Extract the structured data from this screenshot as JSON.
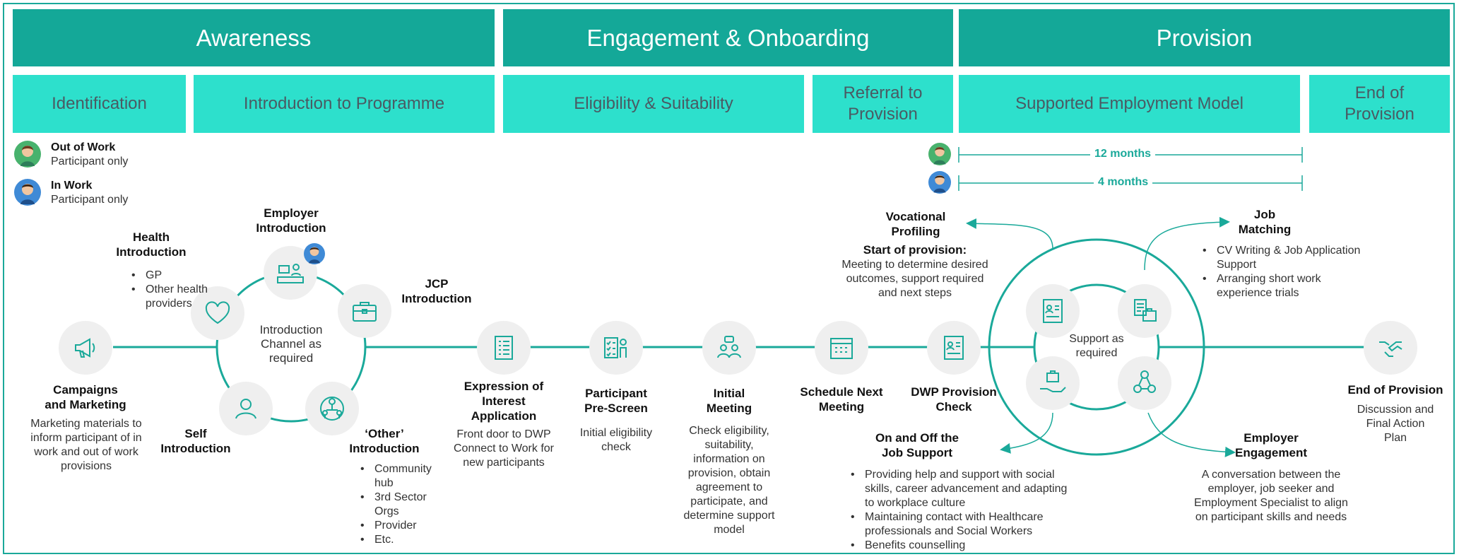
{
  "phases": [
    "Awareness",
    "Engagement & Onboarding",
    "Provision"
  ],
  "stages": [
    "Identification",
    "Introduction to Programme",
    "Eligibility & Suitability",
    "Referral to Provision",
    "Supported Employment Model",
    "End of Provision"
  ],
  "legend": {
    "out_of_work": {
      "title": "Out of Work",
      "sub": "Participant only"
    },
    "in_work": {
      "title": "In Work",
      "sub": "Participant only"
    }
  },
  "durations": {
    "out_of_work": "12 months",
    "in_work": "4 months"
  },
  "campaigns": {
    "title": "Campaigns and Marketing",
    "desc": "Marketing materials to inform participant of in work and out of work provisions"
  },
  "intro_center": "Introduction Channel as required",
  "health": {
    "title": "Health Introduction",
    "items": [
      "GP",
      "Other health providers"
    ]
  },
  "employer_intro": {
    "title": "Employer Introduction"
  },
  "jcp": {
    "title": "JCP Introduction"
  },
  "self_intro": {
    "title": "Self Introduction"
  },
  "other_intro": {
    "title": "‘Other’ Introduction",
    "items": [
      "Community hub",
      "3rd Sector Orgs",
      "Provider",
      "Etc."
    ]
  },
  "eoi": {
    "title": "Expression of Interest Application",
    "desc": "Front door to DWP Connect to Work for new participants"
  },
  "prescreen": {
    "title": "Participant Pre-Screen",
    "desc": "Initial eligibility check"
  },
  "initial": {
    "title": "Initial Meeting",
    "desc": "Check eligibility, suitability, information on provision, obtain agreement to participate, and determine support model"
  },
  "schedule": {
    "title": "Schedule Next Meeting"
  },
  "dwp": {
    "title": "DWP Provision Check"
  },
  "start": {
    "title": "Start of provision:",
    "desc": "Meeting to determine desired outcomes, support required and next steps"
  },
  "vocational": {
    "title": "Vocational Profiling"
  },
  "support_center": "Support as required",
  "job_matching": {
    "title": "Job Matching",
    "items": [
      "CV Writing & Job Application Support",
      "Arranging short work experience trials"
    ]
  },
  "on_off": {
    "title": "On and Off the Job Support",
    "items": [
      "Providing help and support with social skills, career advancement and adapting to workplace culture",
      "Maintaining contact with Healthcare professionals and Social Workers",
      "Benefits counselling"
    ]
  },
  "employer_eng": {
    "title": "Employer Engagement",
    "desc": "A conversation between the employer, job seeker and Employment Specialist to align on participant skills and needs"
  },
  "end": {
    "title": "End of Provision",
    "desc": "Discussion and Final Action Plan"
  },
  "colors": {
    "teal_dark": "#14a898",
    "teal_light": "#2de0cc",
    "line": "#1aa99a"
  }
}
